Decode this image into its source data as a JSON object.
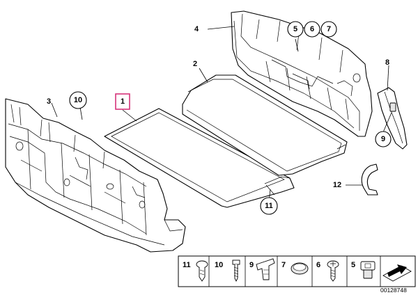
{
  "callouts": {
    "c1": "1",
    "c2": "2",
    "c3": "3",
    "c4": "4",
    "c5": "5",
    "c6": "6",
    "c7": "7",
    "c8": "8",
    "c9": "9",
    "c10": "10",
    "c11": "11",
    "c12": "12"
  },
  "legend": {
    "items": [
      "11",
      "10",
      "9",
      "7",
      "6",
      "5"
    ]
  },
  "reference_number": "00128748",
  "colors": {
    "highlight": "#d6337a"
  }
}
